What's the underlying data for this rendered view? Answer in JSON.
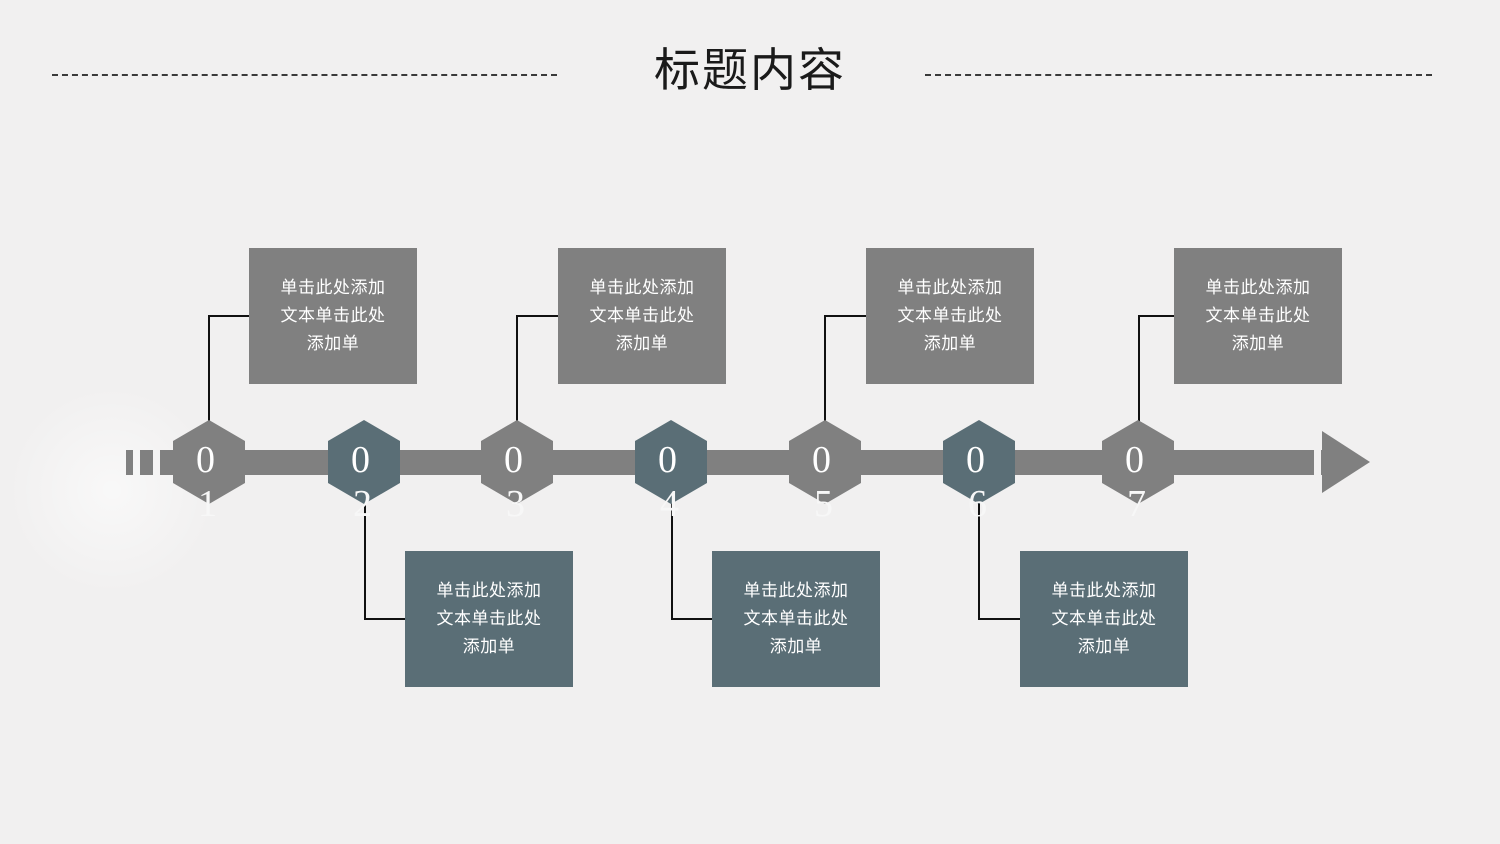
{
  "header": {
    "title": "标题内容",
    "rule_style": "dashed",
    "rule_color": "#3a3a3a"
  },
  "theme": {
    "background": "#f1f0f0",
    "gray": "#808080",
    "blue": "#5a6e76",
    "text_on_shape": "#ffffff",
    "connector": "#111111",
    "title_color": "#1a1a1a"
  },
  "diagram": {
    "type": "arrow-timeline",
    "direction": "left-to-right",
    "step_count": 7,
    "body_text": "单击此处添加文本单击此处添加单",
    "steps": [
      {
        "number": "01",
        "zero": "0",
        "digit": "1",
        "color": "gray",
        "box_position": "above"
      },
      {
        "number": "02",
        "zero": "0",
        "digit": "2",
        "color": "blue",
        "box_position": "below"
      },
      {
        "number": "03",
        "zero": "0",
        "digit": "3",
        "color": "gray",
        "box_position": "above"
      },
      {
        "number": "04",
        "zero": "0",
        "digit": "4",
        "color": "blue",
        "box_position": "below"
      },
      {
        "number": "05",
        "zero": "0",
        "digit": "5",
        "color": "gray",
        "box_position": "above"
      },
      {
        "number": "06",
        "zero": "0",
        "digit": "6",
        "color": "blue",
        "box_position": "below"
      },
      {
        "number": "07",
        "zero": "0",
        "digit": "7",
        "color": "gray",
        "box_position": "above"
      }
    ],
    "boxes": [
      {
        "id": 1,
        "color": "gray",
        "position": "above",
        "text": "单击此处添加文本单击此处添加单"
      },
      {
        "id": 2,
        "color": "blue",
        "position": "below",
        "text": "单击此处添加文本单击此处添加单"
      },
      {
        "id": 3,
        "color": "gray",
        "position": "above",
        "text": "单击此处添加文本单击此处添加单"
      },
      {
        "id": 4,
        "color": "blue",
        "position": "below",
        "text": "单击此处添加文本单击此处添加单"
      },
      {
        "id": 5,
        "color": "gray",
        "position": "above",
        "text": "单击此处添加文本单击此处添加单"
      },
      {
        "id": 6,
        "color": "blue",
        "position": "below",
        "text": "单击此处添加文本单击此处添加单"
      },
      {
        "id": 7,
        "color": "gray",
        "position": "above",
        "text": "单击此处添加文本单击此处添加单"
      }
    ]
  }
}
